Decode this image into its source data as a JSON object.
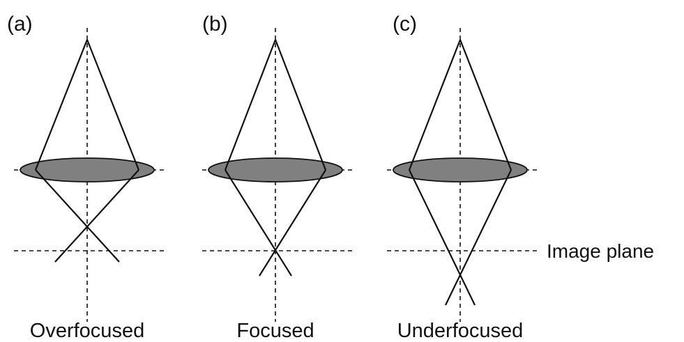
{
  "colors": {
    "background": "#ffffff",
    "ink": "#111111",
    "lens_fill": "#808080"
  },
  "image_plane_label": "Image plane",
  "panels": [
    {
      "label": "(a)",
      "caption": "Overfocused"
    },
    {
      "label": "(b)",
      "caption": "Focused"
    },
    {
      "label": "(c)",
      "caption": "Underfocused"
    }
  ]
}
